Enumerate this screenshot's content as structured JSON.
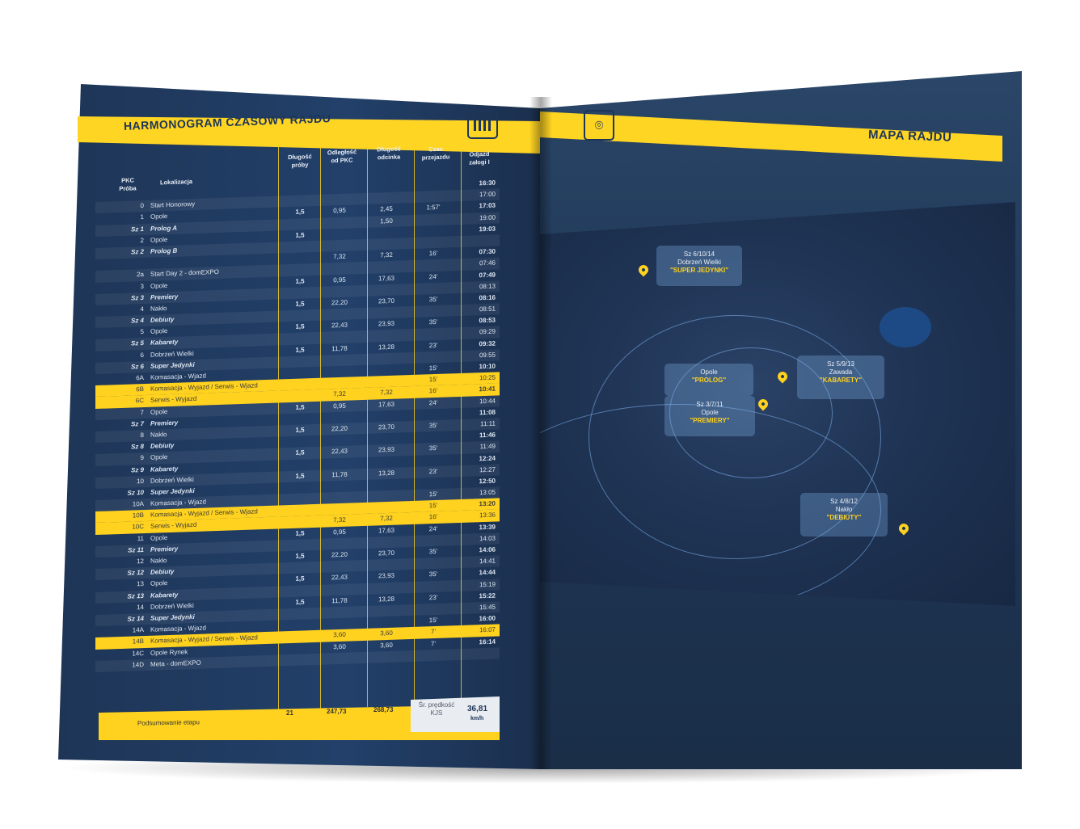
{
  "left_page": {
    "title": "HARMONOGRAM CZASOWY RAJDU",
    "header": {
      "pkc_line1": "PKC",
      "pkc_line2": "Próba",
      "lokalizacja": "Lokalizacja",
      "dlugosc_proby": "Długość\npróby",
      "odleglosc_od_pkc": "Odległość\nod PKC",
      "dlugosc_odcinka": "Długość\nodcinka",
      "czas_przejazdu": "Czas\nprzejazdu",
      "odjazd": "Odjazd\nzałogi I"
    },
    "rows": [
      {
        "pkc": "",
        "loc": "",
        "len": "",
        "dist": "",
        "seg": "",
        "time": "",
        "dep": "16:30",
        "type": "plain"
      },
      {
        "pkc": "0",
        "loc": "Start Honorowy",
        "len": "",
        "dist": "",
        "seg": "",
        "time": "",
        "dep": "17:00",
        "type": "plain"
      },
      {
        "pkc": "1",
        "loc": "Opole",
        "len": "1,5",
        "dist": "0,95",
        "seg": "2,45",
        "time": "1:57'",
        "dep": "17:03",
        "type": "plain"
      },
      {
        "pkc": "Sz 1",
        "loc": "Prolog A",
        "len": "",
        "dist": "",
        "seg": "1,50",
        "time": "",
        "dep": "19:00",
        "type": "stage"
      },
      {
        "pkc": "2",
        "loc": "Opole",
        "len": "1,5",
        "dist": "",
        "seg": "",
        "time": "",
        "dep": "19:03",
        "type": "plain"
      },
      {
        "pkc": "Sz 2",
        "loc": "Prolog B",
        "len": "",
        "dist": "",
        "seg": "",
        "time": "",
        "dep": "",
        "type": "stage"
      },
      {
        "pkc": "",
        "loc": "",
        "len": "",
        "dist": "7,32",
        "seg": "7,32",
        "time": "16'",
        "dep": "07:30",
        "type": "plain"
      },
      {
        "pkc": "2a",
        "loc": "Start Day 2 - domEXPO",
        "len": "",
        "dist": "",
        "seg": "",
        "time": "",
        "dep": "07:46",
        "type": "plain"
      },
      {
        "pkc": "3",
        "loc": "Opole",
        "len": "1,5",
        "dist": "0,95",
        "seg": "17,63",
        "time": "24'",
        "dep": "07:49",
        "type": "plain"
      },
      {
        "pkc": "Sz 3",
        "loc": "Premiery",
        "len": "",
        "dist": "",
        "seg": "",
        "time": "",
        "dep": "08:13",
        "type": "stage"
      },
      {
        "pkc": "4",
        "loc": "Nakło",
        "len": "1,5",
        "dist": "22,20",
        "seg": "23,70",
        "time": "35'",
        "dep": "08:16",
        "type": "plain"
      },
      {
        "pkc": "Sz 4",
        "loc": "Debiuty",
        "len": "",
        "dist": "",
        "seg": "",
        "time": "",
        "dep": "08:51",
        "type": "stage"
      },
      {
        "pkc": "5",
        "loc": "Opole",
        "len": "1,5",
        "dist": "22,43",
        "seg": "23,93",
        "time": "35'",
        "dep": "08:53",
        "type": "plain"
      },
      {
        "pkc": "Sz 5",
        "loc": "Kabarety",
        "len": "",
        "dist": "",
        "seg": "",
        "time": "",
        "dep": "09:29",
        "type": "stage"
      },
      {
        "pkc": "6",
        "loc": "Dobrzeń Wielki",
        "len": "1,5",
        "dist": "11,78",
        "seg": "13,28",
        "time": "23'",
        "dep": "09:32",
        "type": "plain"
      },
      {
        "pkc": "Sz 6",
        "loc": "Super Jedynki",
        "len": "",
        "dist": "",
        "seg": "",
        "time": "",
        "dep": "09:55",
        "type": "stage"
      },
      {
        "pkc": "6A",
        "loc": "Komasacja - Wjazd",
        "len": "",
        "dist": "",
        "seg": "",
        "time": "15'",
        "dep": "10:10",
        "type": "plain"
      },
      {
        "pkc": "6B",
        "loc": "Komasacja - Wyjazd / Serwis - Wjazd",
        "len": "",
        "dist": "",
        "seg": "",
        "time": "15'",
        "dep": "10:25",
        "type": "yellow"
      },
      {
        "pkc": "6C",
        "loc": "Serwis - Wyjazd",
        "len": "",
        "dist": "7,32",
        "seg": "7,32",
        "time": "16'",
        "dep": "10:41",
        "type": "yellow"
      },
      {
        "pkc": "7",
        "loc": "Opole",
        "len": "1,5",
        "dist": "0,95",
        "seg": "17,63",
        "time": "24'",
        "dep": "10:44",
        "type": "plain"
      },
      {
        "pkc": "Sz 7",
        "loc": "Premiery",
        "len": "",
        "dist": "",
        "seg": "",
        "time": "",
        "dep": "11:08",
        "type": "stage"
      },
      {
        "pkc": "8",
        "loc": "Nakło",
        "len": "1,5",
        "dist": "22,20",
        "seg": "23,70",
        "time": "35'",
        "dep": "11:11",
        "type": "plain"
      },
      {
        "pkc": "Sz 8",
        "loc": "Debiuty",
        "len": "",
        "dist": "",
        "seg": "",
        "time": "",
        "dep": "11:46",
        "type": "stage"
      },
      {
        "pkc": "9",
        "loc": "Opole",
        "len": "1,5",
        "dist": "22,43",
        "seg": "23,93",
        "time": "35'",
        "dep": "11:49",
        "type": "plain"
      },
      {
        "pkc": "Sz 9",
        "loc": "Kabarety",
        "len": "",
        "dist": "",
        "seg": "",
        "time": "",
        "dep": "12:24",
        "type": "stage"
      },
      {
        "pkc": "10",
        "loc": "Dobrzeń Wielki",
        "len": "1,5",
        "dist": "11,78",
        "seg": "13,28",
        "time": "23'",
        "dep": "12:27",
        "type": "plain"
      },
      {
        "pkc": "Sz 10",
        "loc": "Super Jedynki",
        "len": "",
        "dist": "",
        "seg": "",
        "time": "",
        "dep": "12:50",
        "type": "stage"
      },
      {
        "pkc": "10A",
        "loc": "Komasacja - Wjazd",
        "len": "",
        "dist": "",
        "seg": "",
        "time": "15'",
        "dep": "13:05",
        "type": "plain"
      },
      {
        "pkc": "10B",
        "loc": "Komasacja - Wyjazd / Serwis - Wjazd",
        "len": "",
        "dist": "",
        "seg": "",
        "time": "15'",
        "dep": "13:20",
        "type": "yellow"
      },
      {
        "pkc": "10C",
        "loc": "Serwis - Wyjazd",
        "len": "",
        "dist": "7,32",
        "seg": "7,32",
        "time": "16'",
        "dep": "13:36",
        "type": "yellow"
      },
      {
        "pkc": "11",
        "loc": "Opole",
        "len": "1,5",
        "dist": "0,95",
        "seg": "17,63",
        "time": "24'",
        "dep": "13:39",
        "type": "plain"
      },
      {
        "pkc": "Sz 11",
        "loc": "Premiery",
        "len": "",
        "dist": "",
        "seg": "",
        "time": "",
        "dep": "14:03",
        "type": "stage"
      },
      {
        "pkc": "12",
        "loc": "Nakło",
        "len": "1,5",
        "dist": "22,20",
        "seg": "23,70",
        "time": "35'",
        "dep": "14:06",
        "type": "plain"
      },
      {
        "pkc": "Sz 12",
        "loc": "Debiuty",
        "len": "",
        "dist": "",
        "seg": "",
        "time": "",
        "dep": "14:41",
        "type": "stage"
      },
      {
        "pkc": "13",
        "loc": "Opole",
        "len": "1,5",
        "dist": "22,43",
        "seg": "23,93",
        "time": "35'",
        "dep": "14:44",
        "type": "plain"
      },
      {
        "pkc": "Sz 13",
        "loc": "Kabarety",
        "len": "",
        "dist": "",
        "seg": "",
        "time": "",
        "dep": "15:19",
        "type": "stage"
      },
      {
        "pkc": "14",
        "loc": "Dobrzeń Wielki",
        "len": "1,5",
        "dist": "11,78",
        "seg": "13,28",
        "time": "23'",
        "dep": "15:22",
        "type": "plain"
      },
      {
        "pkc": "Sz 14",
        "loc": "Super Jedynki",
        "len": "",
        "dist": "",
        "seg": "",
        "time": "",
        "dep": "15:45",
        "type": "stage"
      },
      {
        "pkc": "14A",
        "loc": "Komasacja - Wjazd",
        "len": "",
        "dist": "",
        "seg": "",
        "time": "15'",
        "dep": "16:00",
        "type": "plain"
      },
      {
        "pkc": "14B",
        "loc": "Komasacja - Wyjazd / Serwis - Wjazd",
        "len": "",
        "dist": "3,60",
        "seg": "3,60",
        "time": "7'",
        "dep": "16:07",
        "type": "yellow"
      },
      {
        "pkc": "14C",
        "loc": "Opole Rynek",
        "len": "",
        "dist": "3,60",
        "seg": "3,60",
        "time": "7'",
        "dep": "16:14",
        "type": "plain"
      },
      {
        "pkc": "14D",
        "loc": "Meta - domEXPO",
        "len": "",
        "dist": "",
        "seg": "",
        "time": "",
        "dep": "",
        "type": "plain"
      }
    ],
    "summary": {
      "label": "Podsumowanie etapu",
      "len": "21",
      "dist": "247,73",
      "seg": "268,73",
      "speed_label": "Śr. prędkość\nKJS",
      "speed_value": "36,81",
      "speed_unit": "km/h"
    }
  },
  "right_page": {
    "title": "MAPA RAJDU",
    "callouts": [
      {
        "stage": "Sz 6/10/14",
        "place": "Dobrzeń Wielki",
        "name": "\"SUPER JEDYNKI\""
      },
      {
        "stage": "",
        "place": "Opole",
        "name": "\"PROLOG\""
      },
      {
        "stage": "Sz 5/9/13",
        "place": "Zawada",
        "name": "\"KABARETY\""
      },
      {
        "stage": "Sz 3/7/11",
        "place": "Opole",
        "name": "\"PREMIERY\""
      },
      {
        "stage": "Sz 4/8/12",
        "place": "Nakło",
        "name": "\"DEBIUTY\""
      }
    ]
  },
  "colors": {
    "accent": "#ffd21f",
    "page_bg": "#1f3a60",
    "text": "#dfe7f2"
  }
}
